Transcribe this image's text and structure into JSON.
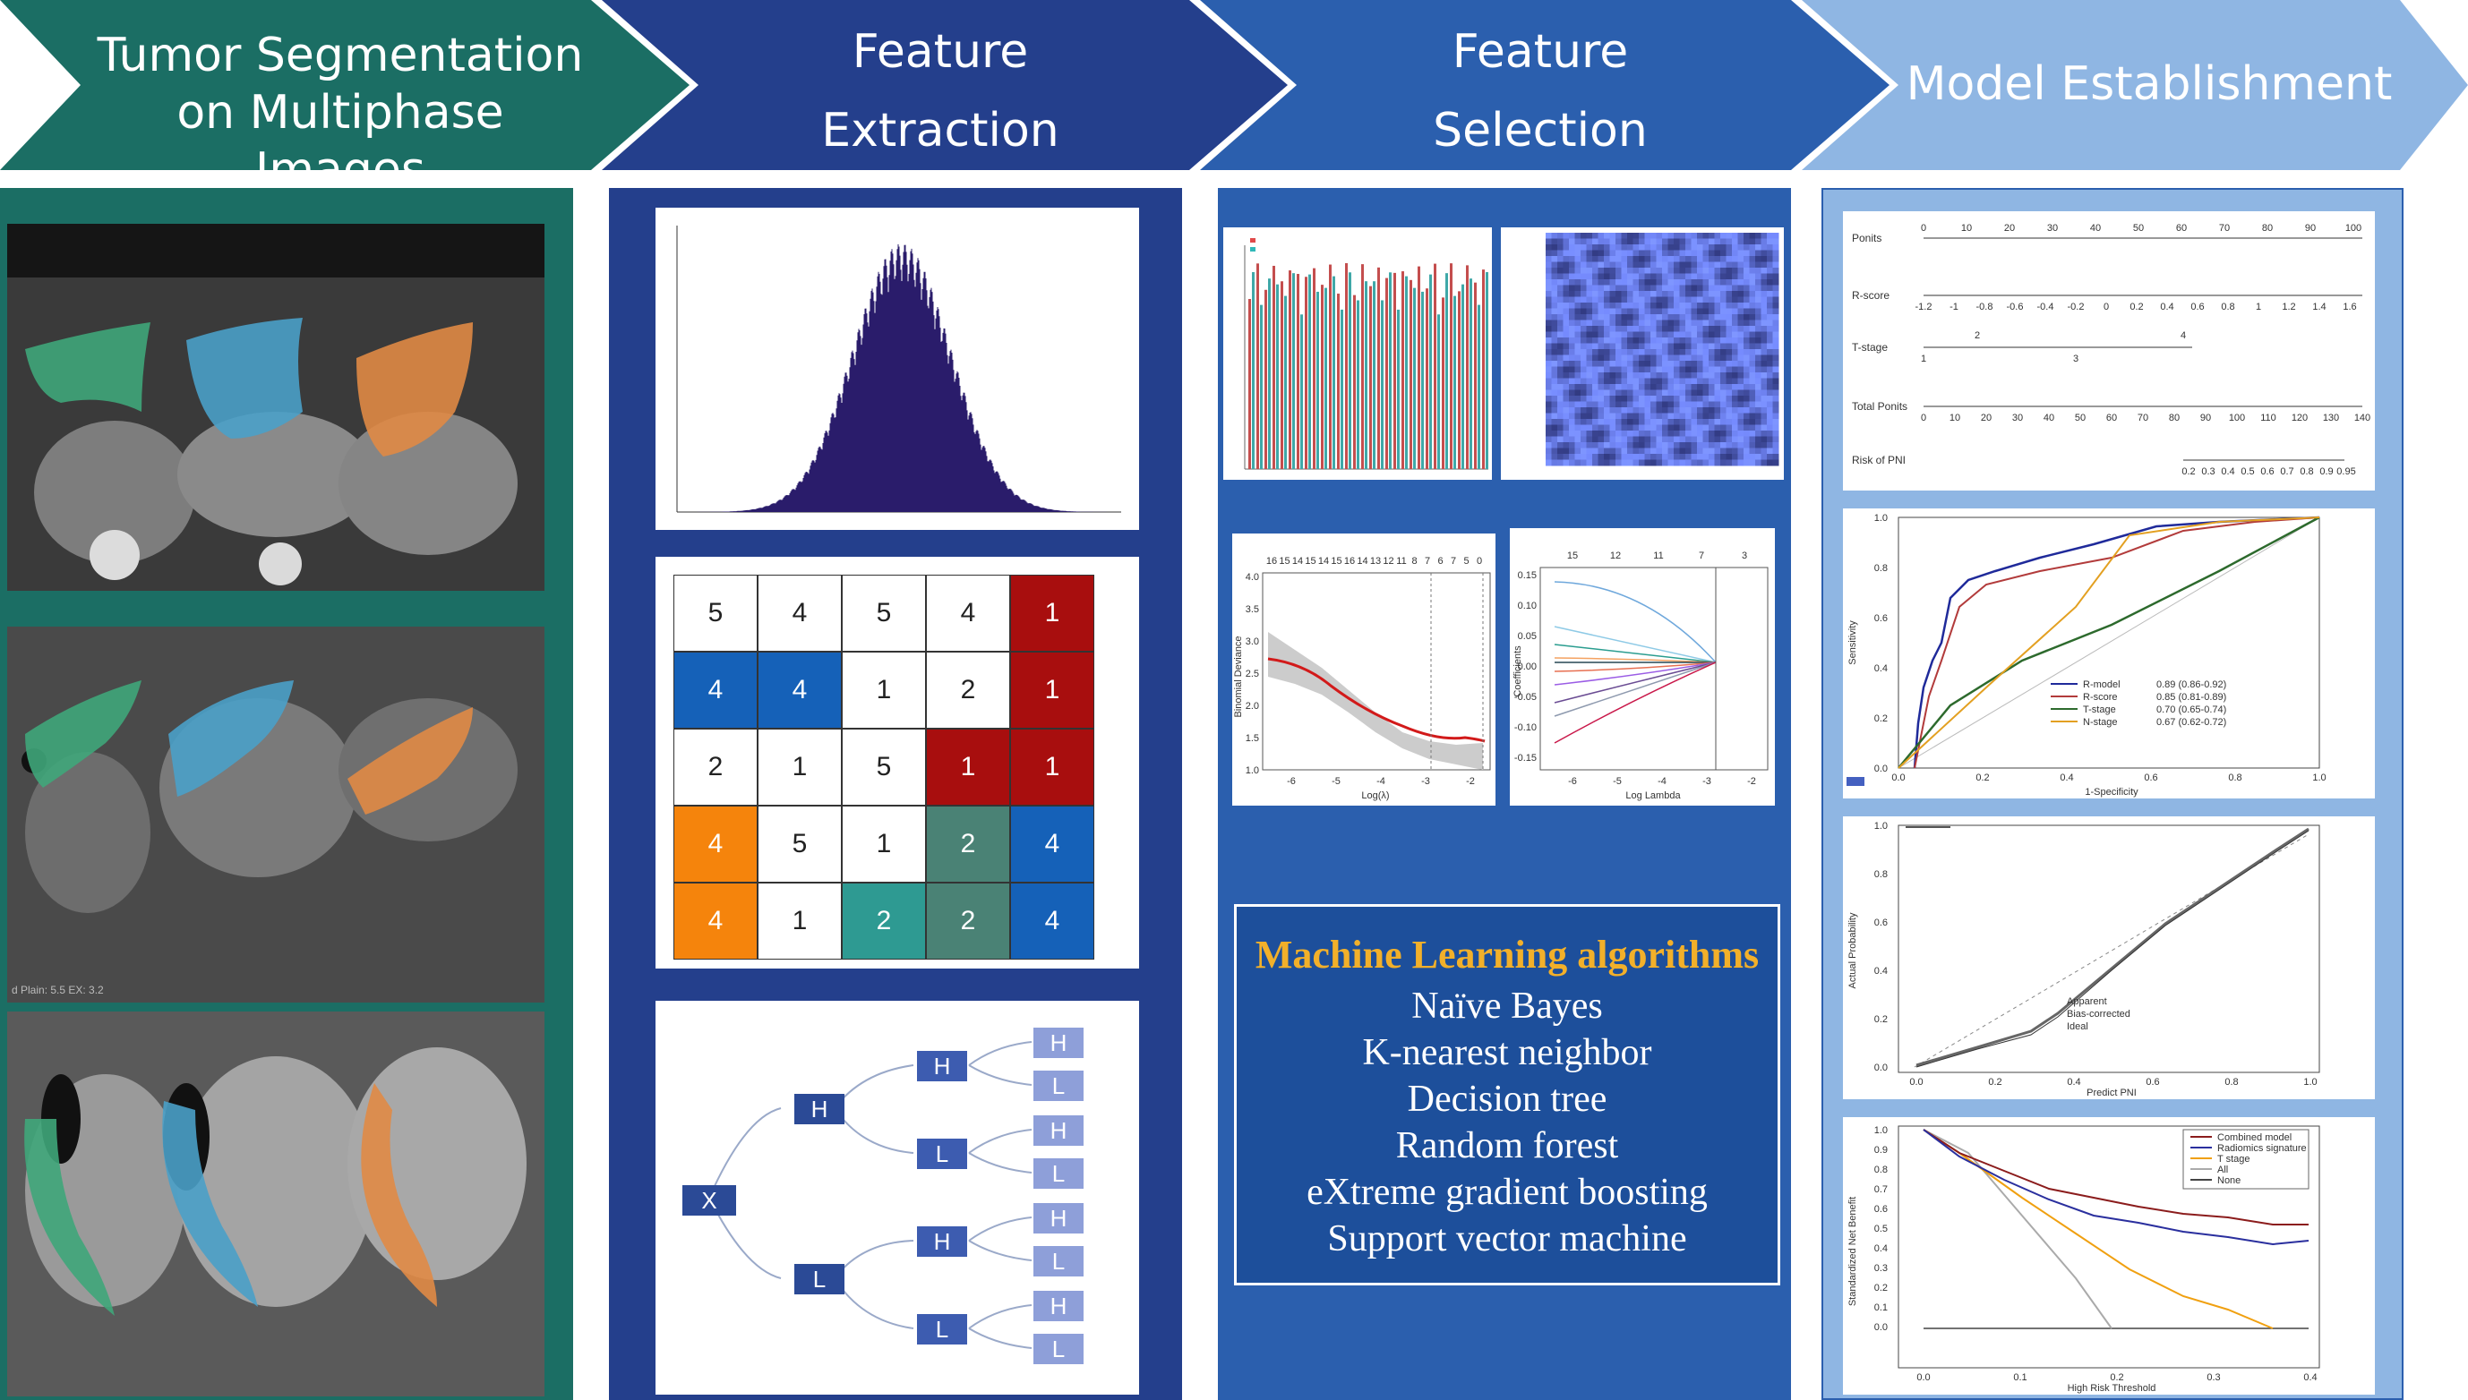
{
  "steps": [
    {
      "line1": "Tumor Segmentation",
      "line2": "on Multiphase Images",
      "color": "#1b6e64"
    },
    {
      "line1": "Feature",
      "line2": "Extraction",
      "color": "#243f8c"
    },
    {
      "line1": "Feature",
      "line2": "Selection",
      "color": "#2b5fae"
    },
    {
      "line1": "Model Establishment",
      "line2": "",
      "color": "#8fb6e3"
    }
  ],
  "ct_caption": "d Plain: 5.5 EX: 3.2",
  "feature_matrix": {
    "values": [
      [
        5,
        4,
        5,
        4,
        1
      ],
      [
        4,
        4,
        1,
        2,
        1
      ],
      [
        2,
        1,
        5,
        1,
        1
      ],
      [
        4,
        5,
        1,
        2,
        4
      ],
      [
        4,
        1,
        2,
        2,
        4
      ]
    ],
    "colors": [
      [
        "#ffffff",
        "#ffffff",
        "#ffffff",
        "#ffffff",
        "#a80e0e"
      ],
      [
        "#1561b8",
        "#1561b8",
        "#ffffff",
        "#ffffff",
        "#a80e0e"
      ],
      [
        "#ffffff",
        "#ffffff",
        "#ffffff",
        "#a80e0e",
        "#a80e0e"
      ],
      [
        "#f5840c",
        "#ffffff",
        "#ffffff",
        "#4a8275",
        "#1561b8"
      ],
      [
        "#f5840c",
        "#ffffff",
        "#2e9a92",
        "#4a8275",
        "#1561b8"
      ]
    ]
  },
  "wavelet_tree": {
    "root": "X",
    "level1": [
      "H",
      "L"
    ],
    "level2": [
      "H",
      "L",
      "H",
      "L"
    ],
    "level3": [
      "H",
      "L",
      "H",
      "L",
      "H",
      "L",
      "H",
      "L"
    ]
  },
  "lasso1": {
    "top_ticks": [
      "16",
      "15",
      "14",
      "15",
      "14",
      "15",
      "16",
      "14",
      "13",
      "12",
      "11",
      "8",
      "7",
      "6",
      "7",
      "5",
      "0"
    ],
    "ylabel": "Binomial Deviance",
    "xlabel": "Log(λ)",
    "yticks": [
      "4.0",
      "3.5",
      "3.0",
      "2.5",
      "2.0",
      "1.5",
      "1.0"
    ],
    "xticks": [
      "-6",
      "-5",
      "-4",
      "-3",
      "-2"
    ]
  },
  "lasso2": {
    "top_ticks": [
      "15",
      "12",
      "11",
      "7",
      "3"
    ],
    "ylabel": "Coefficients",
    "xlabel": "Log Lambda",
    "yticks": [
      "0.15",
      "0.10",
      "0.05",
      "0.00",
      "-0.05",
      "-0.10",
      "-0.15"
    ],
    "xticks": [
      "-6",
      "-5",
      "-4",
      "-3",
      "-2"
    ]
  },
  "machine_learning": {
    "title": "Machine Learning algorithms",
    "items": [
      "Naïve Bayes",
      "K-nearest neighbor",
      "Decision tree",
      "Random forest",
      "eXtreme gradient boosting",
      "Support vector machine"
    ]
  },
  "nomogram": {
    "rows": [
      "Ponits",
      "R-score",
      "T-stage",
      "Total Ponits",
      "Risk of PNI"
    ],
    "points_ticks": [
      "0",
      "10",
      "20",
      "30",
      "40",
      "50",
      "60",
      "70",
      "80",
      "90",
      "100"
    ],
    "rscore_ticks": [
      "-1.2",
      "-1",
      "-0.8",
      "-0.6",
      "-0.4",
      "-0.2",
      "0",
      "0.2",
      "0.4",
      "0.6",
      "0.8",
      "1",
      "1.2",
      "1.4",
      "1.6"
    ],
    "tstage_top": [
      "2",
      "4"
    ],
    "tstage_bottom": [
      "1",
      "3"
    ],
    "total_ticks": [
      "0",
      "10",
      "20",
      "30",
      "40",
      "50",
      "60",
      "70",
      "80",
      "90",
      "100",
      "110",
      "120",
      "130",
      "140"
    ],
    "risk_ticks": [
      "0.2",
      "0.3",
      "0.4",
      "0.5",
      "0.6",
      "0.7",
      "0.8",
      "0.9",
      "0.95"
    ]
  },
  "roc": {
    "ylabel": "Sensitivity",
    "xlabel": "1-Specificity",
    "ticks": [
      "0.0",
      "0.2",
      "0.4",
      "0.6",
      "0.8",
      "1.0"
    ],
    "legend": [
      {
        "name": "R-model",
        "value": "0.89 (0.86-0.92)",
        "color": "#1f2a9a"
      },
      {
        "name": "R-score",
        "value": "0.85 (0.81-0.89)",
        "color": "#b23b3b"
      },
      {
        "name": "T-stage",
        "value": "0.70 (0.65-0.74)",
        "color": "#2d6a2d"
      },
      {
        "name": "N-stage",
        "value": "0.67 (0.62-0.72)",
        "color": "#e3a021"
      }
    ]
  },
  "calibration": {
    "ylabel": "Actual Probability",
    "xlabel": "Predict PNI",
    "ticks": [
      "0.0",
      "0.2",
      "0.4",
      "0.6",
      "0.8",
      "1.0"
    ],
    "legend": [
      "Apparent",
      "Bias-corrected",
      "Ideal"
    ]
  },
  "dca": {
    "ylabel": "Standardized Net Benefit",
    "xlabel": "High Risk Threshold",
    "yticks": [
      "1.0",
      "0.9",
      "0.8",
      "0.7",
      "0.6",
      "0.5",
      "0.4",
      "0.3",
      "0.2",
      "0.1",
      "0.0"
    ],
    "xticks": [
      "0.0",
      "0.1",
      "0.2",
      "0.3",
      "0.4"
    ],
    "legend": [
      {
        "name": "Combined model",
        "color": "#8b1c1c"
      },
      {
        "name": "Radiomics signature",
        "color": "#2a2f9e"
      },
      {
        "name": "T stage",
        "color": "#f0a010"
      },
      {
        "name": "All",
        "color": "#aaaaaa"
      },
      {
        "name": "None",
        "color": "#444444"
      }
    ]
  }
}
